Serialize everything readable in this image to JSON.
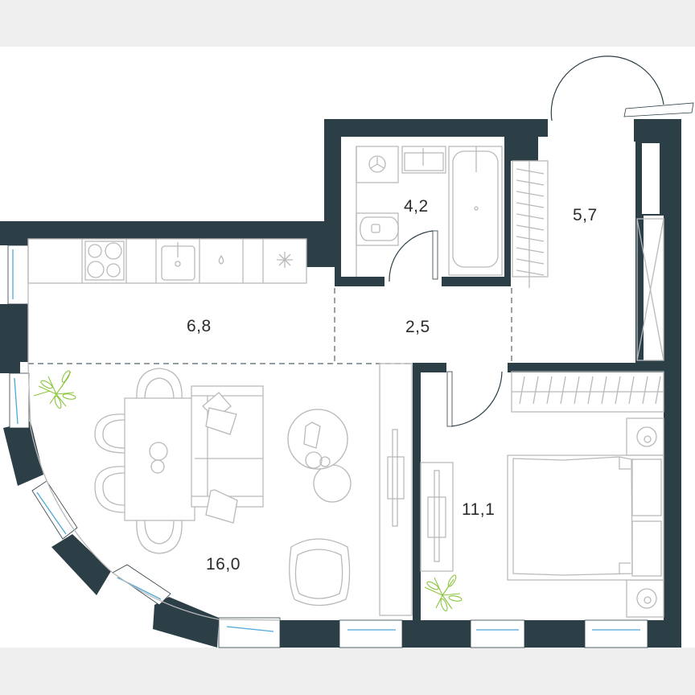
{
  "floorplan": {
    "type": "apartment-floor-plan",
    "units": "m²",
    "colors": {
      "wall": "#2c3e46",
      "furniture_stroke": "#b9b9b9",
      "window_glass": "#4aa8d8",
      "plant": "#8cc63f",
      "background": "#ffffff",
      "margin": "#efefef"
    },
    "rooms": [
      {
        "id": "kitchen",
        "name": "kitchen",
        "area": "6,8"
      },
      {
        "id": "living",
        "name": "living-room",
        "area": "16,0"
      },
      {
        "id": "bathroom",
        "name": "bathroom",
        "area": "4,2"
      },
      {
        "id": "corridor",
        "name": "corridor",
        "area": "2,5"
      },
      {
        "id": "hall",
        "name": "entrance-hall",
        "area": "5,7"
      },
      {
        "id": "bedroom",
        "name": "bedroom",
        "area": "11,1"
      }
    ],
    "icons": {
      "stove": "stove-icon",
      "sink": "kitchen-sink-icon",
      "dishwasher": "water-drop-icon",
      "fridge": "snowflake-icon",
      "washer": "washing-machine-icon",
      "toilet": "toilet-icon",
      "bathtub": "bathtub-icon",
      "plant": "plant-icon",
      "bed": "bed-icon",
      "wardrobe": "wardrobe-icon"
    }
  }
}
